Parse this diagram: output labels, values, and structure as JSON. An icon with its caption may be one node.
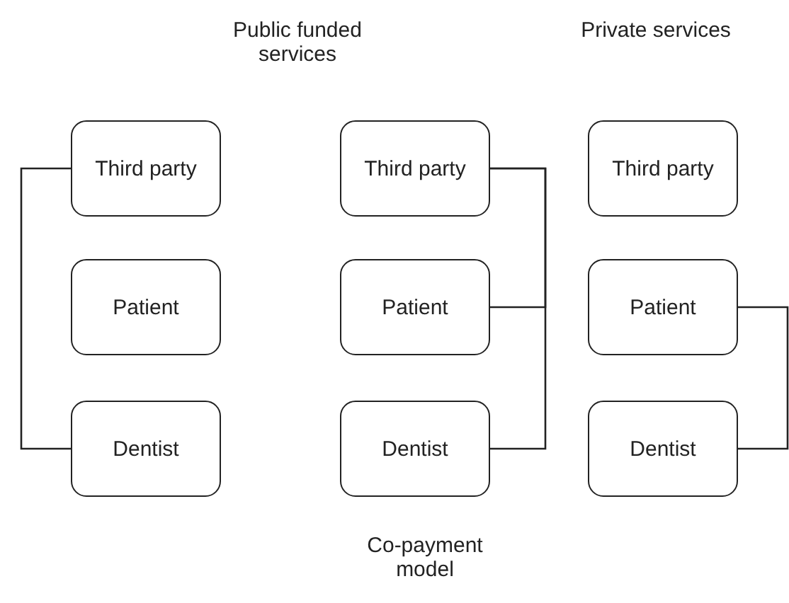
{
  "diagram": {
    "nodes": [
      {
        "text": [
          "Third party"
        ]
      },
      {
        "text": [
          "Patient"
        ]
      },
      {
        "text": [
          "Dentist"
        ]
      },
      {
        "text": [
          "Third party"
        ]
      },
      {
        "text": [
          "Patient"
        ]
      },
      {
        "text": [
          "Dentist"
        ]
      },
      {
        "text": [
          "Third party"
        ]
      },
      {
        "text": [
          "Patient"
        ]
      },
      {
        "text": [
          "Dentist"
        ]
      }
    ],
    "edges": [
      {
        "from": 0,
        "to": 2,
        "arrow": "none"
      },
      {
        "from": 3,
        "to": 4,
        "arrow": "none"
      },
      {
        "from": 3,
        "to": 5,
        "arrow": "none"
      },
      {
        "from": 7,
        "to": 8,
        "arrow": "none"
      }
    ],
    "labels": [
      "Public funded services",
      "Private services",
      "Co-payment model"
    ]
  }
}
